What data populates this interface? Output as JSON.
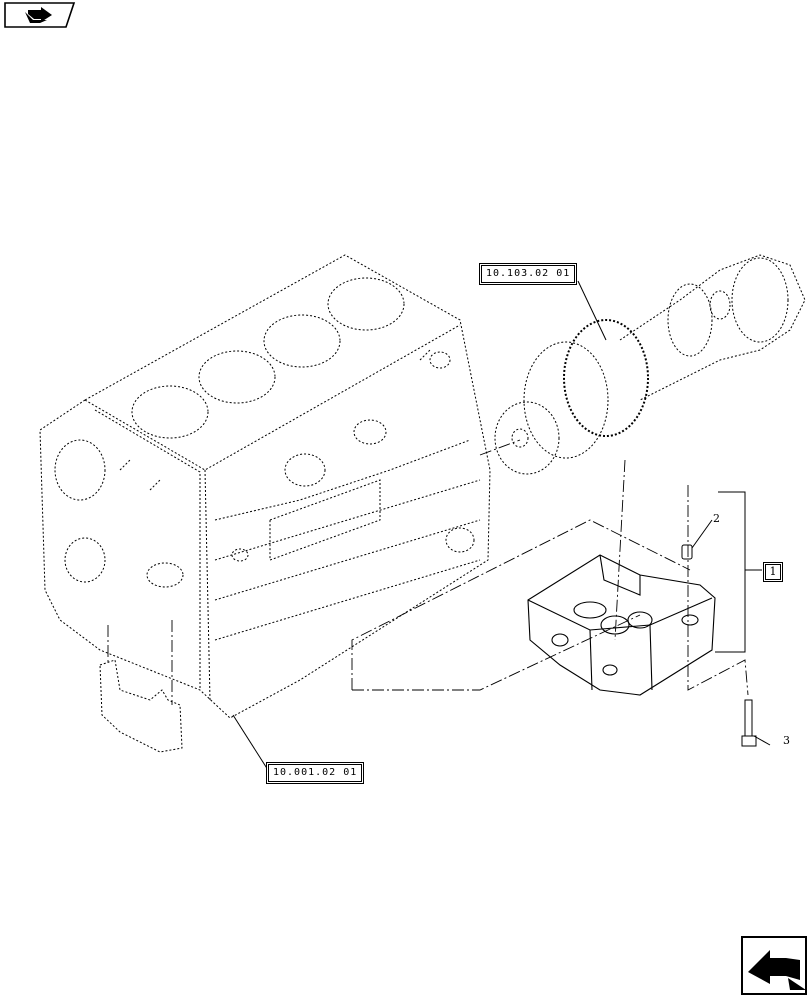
{
  "refs": {
    "camshaft_ref": "10.103.02 01",
    "block_ref": "10.001.02 01"
  },
  "items": {
    "item1": "1",
    "item2": "2",
    "item3": "3"
  },
  "icons": {
    "top_left": "book-page-arrow-icon",
    "bottom_right": "next-page-arrow-icon"
  }
}
